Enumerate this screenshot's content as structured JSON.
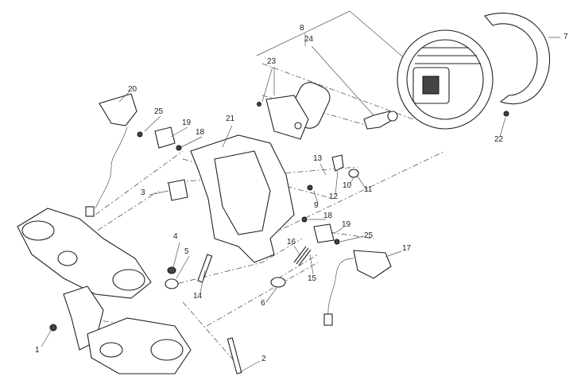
{
  "diagram": {
    "title": "Headlight and turn indicator assembly exploded view",
    "callouts": [
      {
        "id": "c8",
        "label": "8"
      },
      {
        "id": "c24",
        "label": "24"
      },
      {
        "id": "c7",
        "label": "7"
      },
      {
        "id": "c23",
        "label": "23"
      },
      {
        "id": "c20",
        "label": "20"
      },
      {
        "id": "c25a",
        "label": "25"
      },
      {
        "id": "c19a",
        "label": "19"
      },
      {
        "id": "c18a",
        "label": "18"
      },
      {
        "id": "c21",
        "label": "21"
      },
      {
        "id": "c22",
        "label": "22"
      },
      {
        "id": "c13",
        "label": "13"
      },
      {
        "id": "c3",
        "label": "3"
      },
      {
        "id": "c10",
        "label": "10"
      },
      {
        "id": "c11",
        "label": "11"
      },
      {
        "id": "c12",
        "label": "12"
      },
      {
        "id": "c9",
        "label": "9"
      },
      {
        "id": "c18b",
        "label": "18"
      },
      {
        "id": "c4",
        "label": "4"
      },
      {
        "id": "c5",
        "label": "5"
      },
      {
        "id": "c19b",
        "label": "19"
      },
      {
        "id": "c25b",
        "label": "25"
      },
      {
        "id": "c16",
        "label": "16"
      },
      {
        "id": "c17",
        "label": "17"
      },
      {
        "id": "c15",
        "label": "15"
      },
      {
        "id": "c14",
        "label": "14"
      },
      {
        "id": "c6",
        "label": "6"
      },
      {
        "id": "c1",
        "label": "1"
      },
      {
        "id": "c2",
        "label": "2"
      }
    ]
  }
}
